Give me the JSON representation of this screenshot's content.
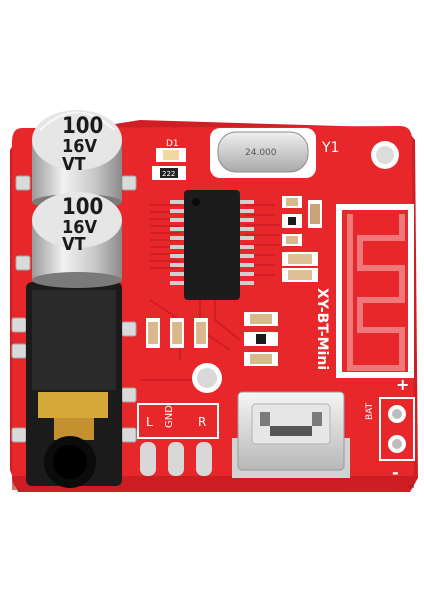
{
  "board": {
    "capacitor_top": {
      "line1": "100",
      "line2": "16V",
      "line3": "VT"
    },
    "capacitor_bottom": {
      "line1": "100",
      "line2": "16V",
      "line3": "VT"
    },
    "crystal_label": "24.000",
    "crystal_ref": "Y1",
    "led_ref": "D1",
    "resistor_code": "222",
    "model_label": "XY-BT-Mini",
    "audio_labels": {
      "left": "L",
      "ground": "GND",
      "right": "R"
    },
    "battery": {
      "label": "BAT",
      "plus": "+",
      "minus": "-"
    }
  },
  "colors": {
    "pcb": "#e8272b",
    "silkscreen": "#ffffff",
    "chip": "#1c1c1c",
    "gold": "#d6a83a",
    "silver": "#d4d4d4"
  }
}
